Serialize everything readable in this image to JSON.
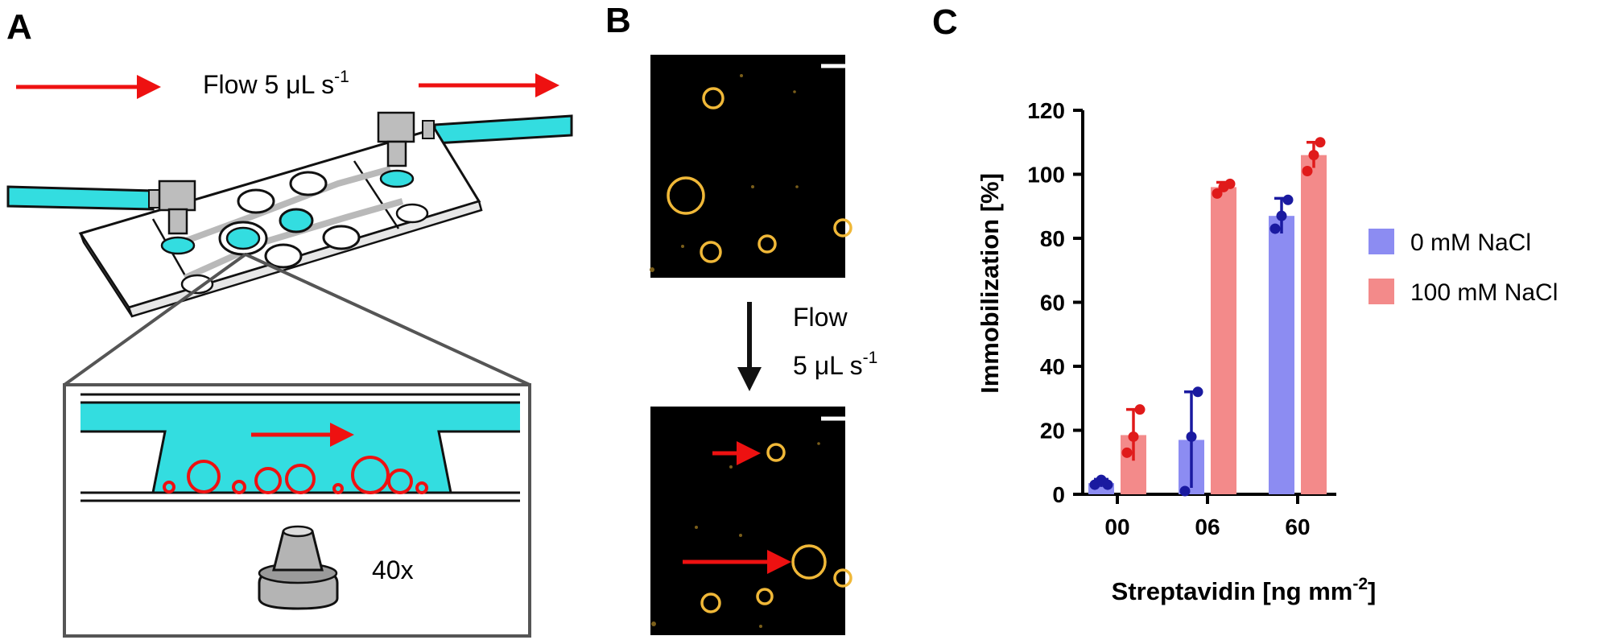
{
  "panels": {
    "a": {
      "label": "A",
      "flow_text": "Flow 5 μL s",
      "flow_sup": "-1",
      "objective_label": "40x"
    },
    "b": {
      "label": "B",
      "flow_word": "Flow",
      "flow_rate": "5 μL s",
      "flow_sup": "-1"
    },
    "c": {
      "label": "C"
    }
  },
  "colors": {
    "cyan": "#33dde0",
    "arrow_red": "#ee1111",
    "vesicle_orange": "#f0b838",
    "bar_blue": "#8c8cf2",
    "bar_red": "#f38a8a",
    "dot_blue": "#1a1aa0",
    "dot_red": "#e01a1a"
  },
  "chart_data": {
    "type": "bar",
    "ylabel": "Immobilization [%]",
    "xlabel": "Streptavidin [ng mm",
    "xlabel_sup": "-2",
    "xlabel_end": "]",
    "categories": [
      "00",
      "06",
      "60"
    ],
    "ylim": [
      0,
      120
    ],
    "yticks": [
      "0",
      "20",
      "40",
      "60",
      "80",
      "100",
      "120"
    ],
    "series": [
      {
        "name": "0 mM NaCl",
        "values": [
          3.5,
          17,
          87
        ],
        "errors": [
          1.2,
          15,
          5.5
        ],
        "points": [
          [
            3,
            4.5,
            3
          ],
          [
            1,
            18,
            32
          ],
          [
            83,
            87,
            92
          ]
        ]
      },
      {
        "name": "100 mM NaCl",
        "values": [
          18.5,
          96,
          106
        ],
        "errors": [
          8,
          1.5,
          4
        ],
        "points": [
          [
            13,
            18,
            26.5
          ],
          [
            94,
            96,
            97
          ],
          [
            101,
            106,
            110
          ]
        ]
      }
    ],
    "legend": "right"
  }
}
